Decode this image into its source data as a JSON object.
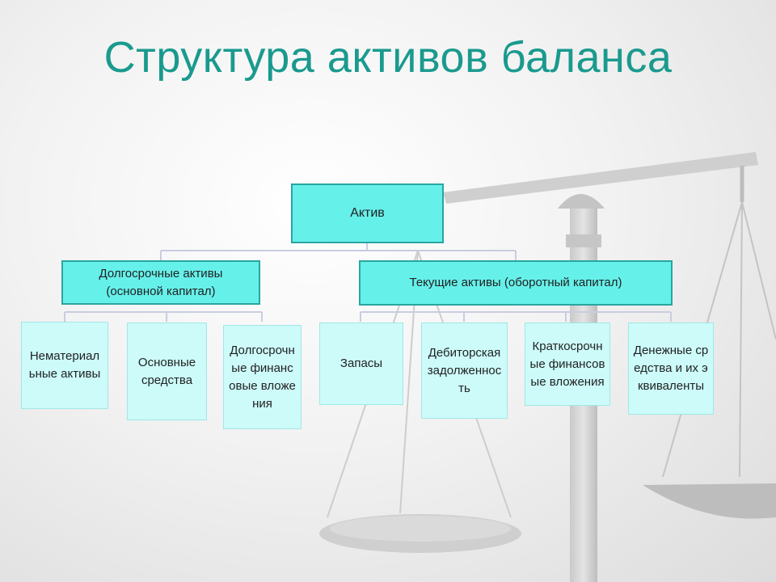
{
  "title": "Структура активов баланса",
  "root": {
    "label": "Актив"
  },
  "groups": [
    {
      "label": "Долгосрочные активы (основной капитал)",
      "children": [
        "Нематериальные активы",
        "Основные средства",
        "Долгосрочные финансовые вложения"
      ]
    },
    {
      "label": "Текущие активы (оборотный капитал)",
      "children": [
        "Запасы",
        "Дебиторская задолженность",
        "Краткосрочные финансовые вложения",
        "Денежные средства и их эквиваленты"
      ]
    }
  ],
  "colors": {
    "title": "#1a9a8e",
    "box_fill": "#66f0ea",
    "leaf_fill": "#ccfbfa",
    "border": "#2aa5a0",
    "connector": "#c8cde0"
  }
}
